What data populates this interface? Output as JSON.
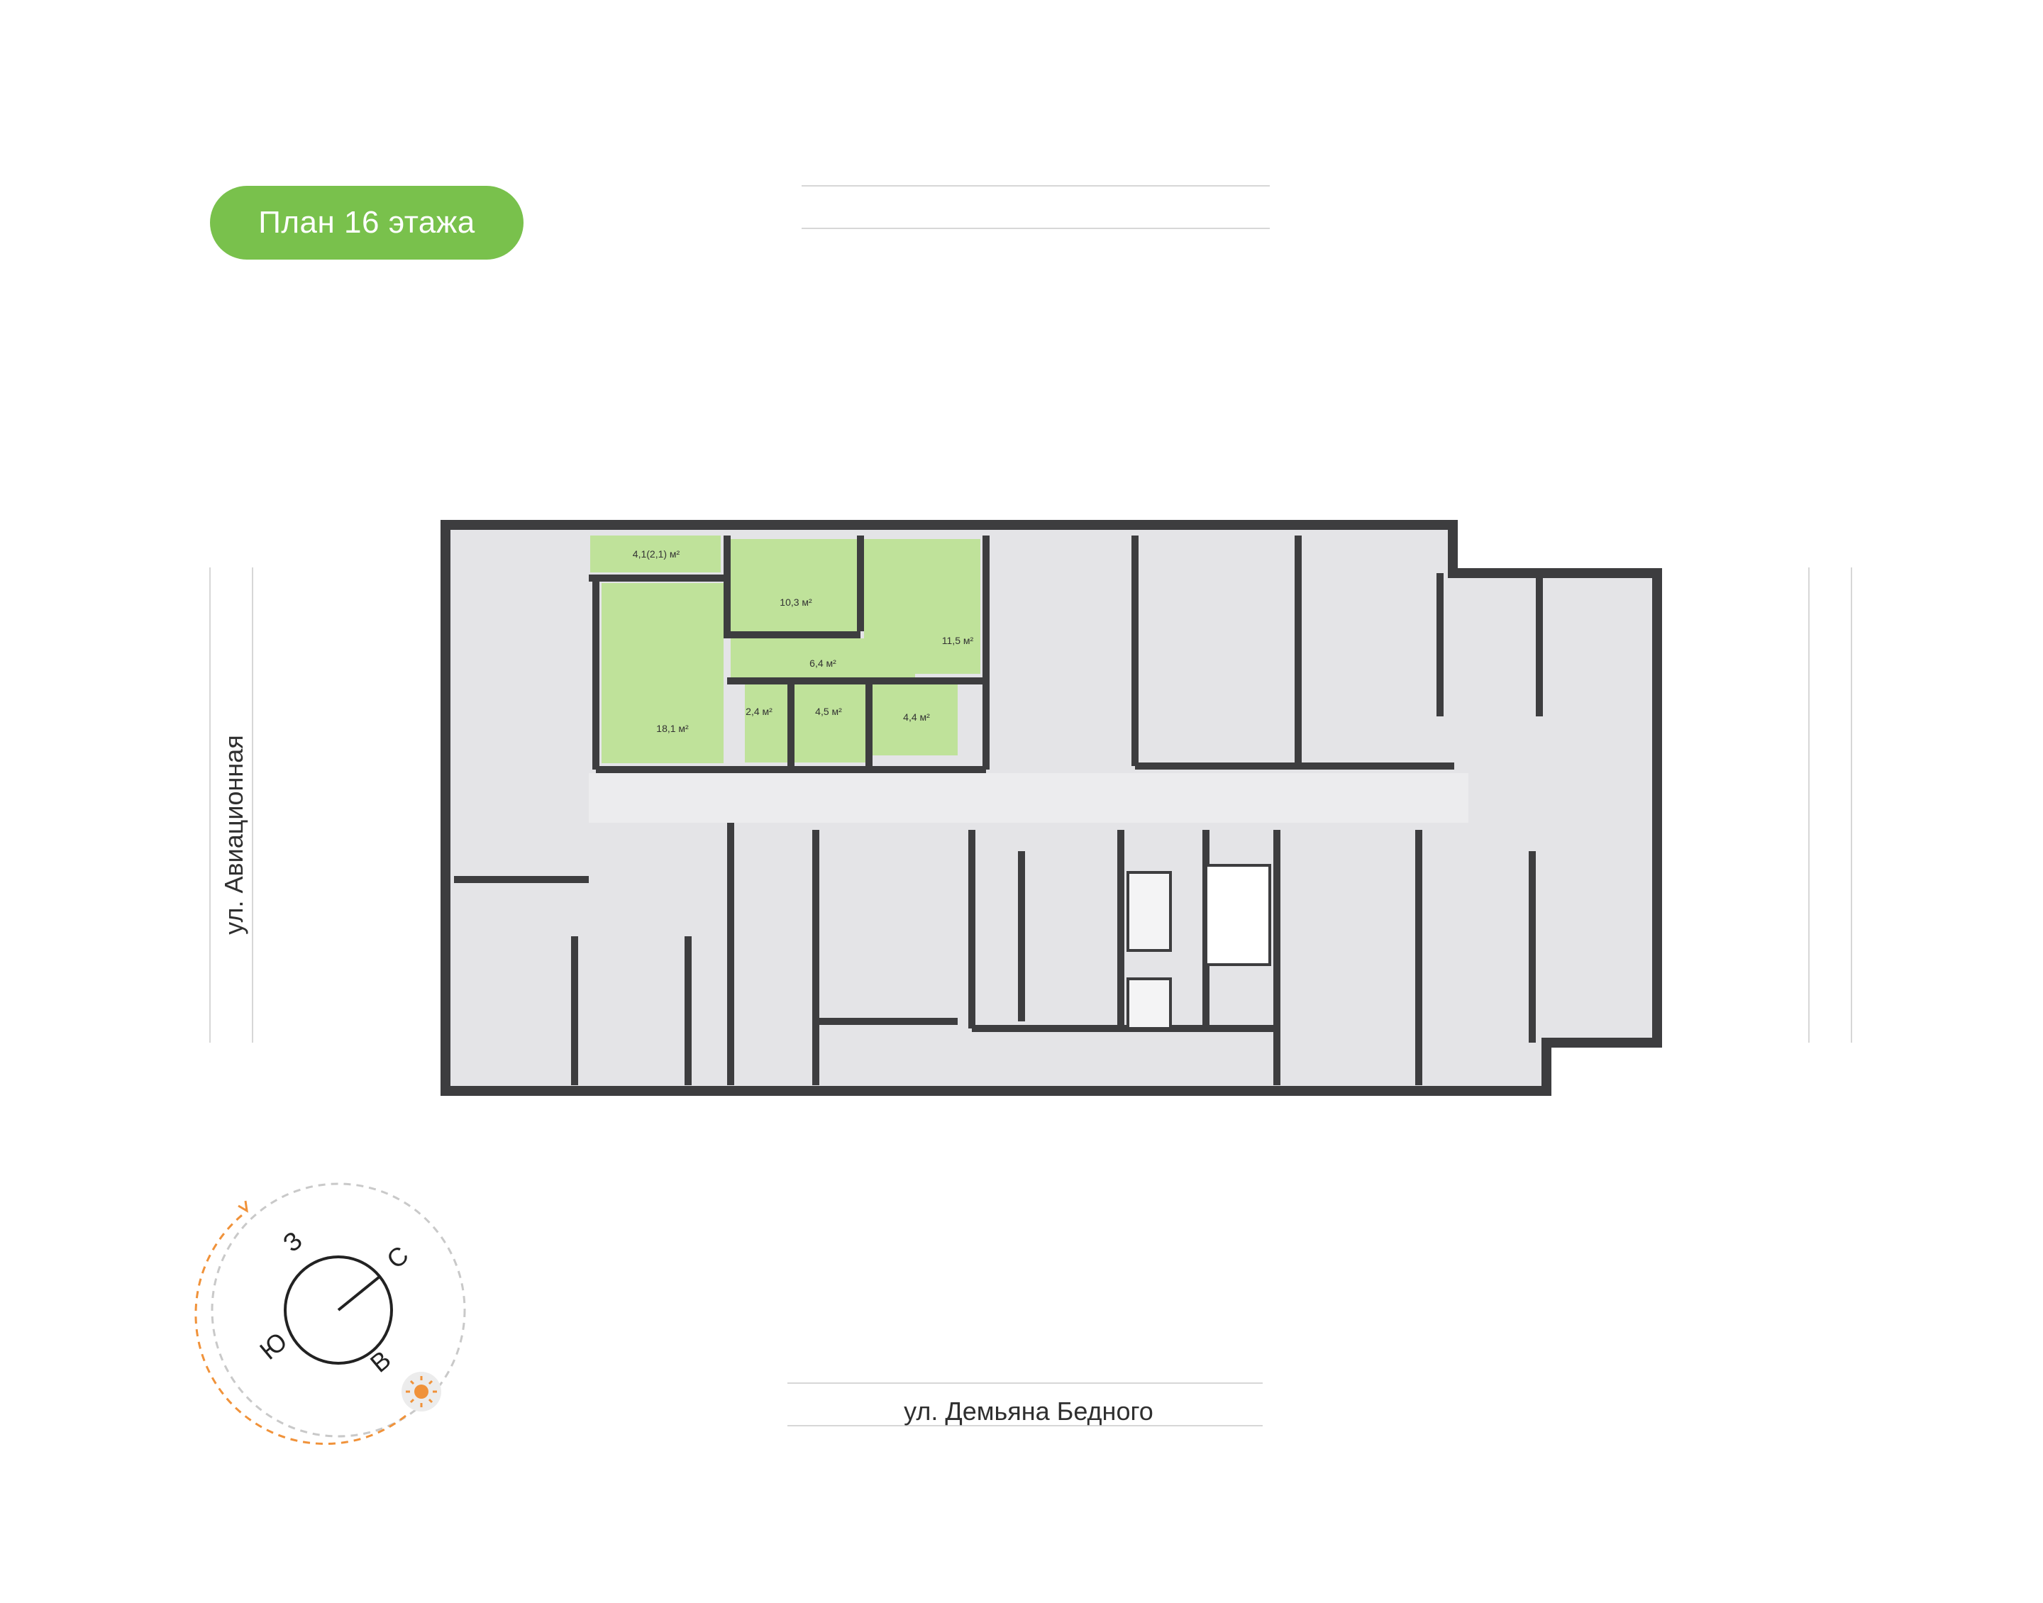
{
  "floor_plan": {
    "title": "План 16 этажа",
    "streets": {
      "left": "ул. Авиационная",
      "bottom": "ул. Демьяна Бедного"
    },
    "highlighted_apartment": {
      "rooms": [
        {
          "id": "balcony",
          "area": "4,1(2,1) м²"
        },
        {
          "id": "bedroom-1",
          "area": "10,3 м²"
        },
        {
          "id": "bedroom-2",
          "area": "11,5 м²"
        },
        {
          "id": "hall",
          "area": "6,4 м²"
        },
        {
          "id": "living-kitchen",
          "area": "18,1 м²"
        },
        {
          "id": "wc",
          "area": "2,4 м²"
        },
        {
          "id": "corridor",
          "area": "4,5 м²"
        },
        {
          "id": "bathroom",
          "area": "4,4 м²"
        }
      ]
    },
    "compass": {
      "north": "С",
      "east": "В",
      "south": "Ю",
      "west": "З"
    },
    "colors": {
      "badge": "#79c14c",
      "highlight": "#bfe29a",
      "room_fill": "#e4e4e7",
      "walls": "#3d3d3f",
      "sun_path": "#f0923a"
    }
  }
}
